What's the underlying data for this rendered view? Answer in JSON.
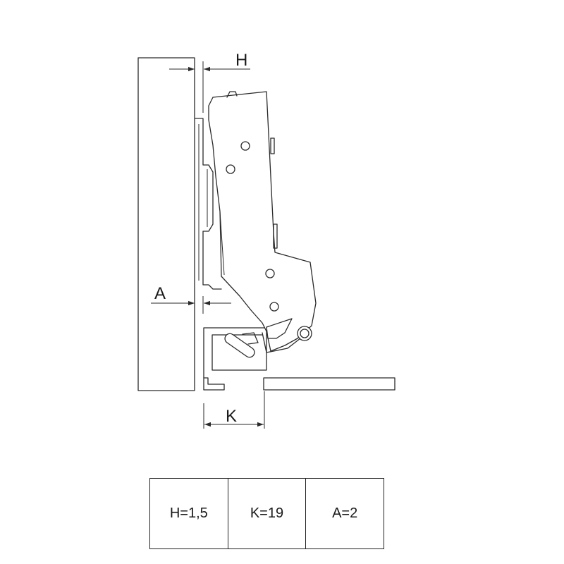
{
  "dimensions": {
    "h_label": "H",
    "a_label": "A",
    "k_label": "K"
  },
  "specs": [
    {
      "text": "H=1,5"
    },
    {
      "text": "K=19"
    },
    {
      "text": "A=2"
    }
  ]
}
